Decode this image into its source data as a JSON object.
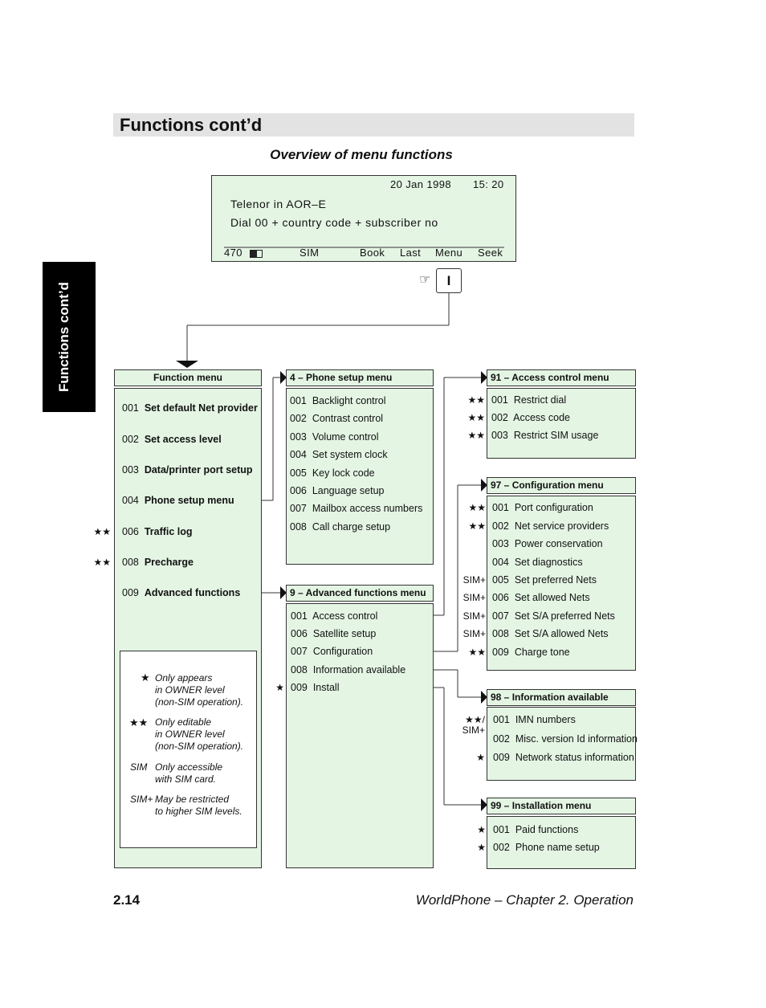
{
  "header": {
    "title": "Functions cont’d",
    "subtitle": "Overview of menu functions",
    "side_tab": "Functions cont’d"
  },
  "display": {
    "date": "20  Jan  1998",
    "time": "15: 20",
    "line1": "Telenor  in  AOR–E",
    "line2": "Dial  00  +  country  code  +  subscriber  no",
    "softkeys": {
      "signal": "470",
      "sim": "SIM",
      "book": "Book",
      "last": "Last",
      "menu": "Menu",
      "seek": "Seek"
    }
  },
  "key": {
    "label": "I",
    "pointer_icon": "pointing-hand-icon"
  },
  "function_menu": {
    "title": "Function menu",
    "items": [
      {
        "code": "001",
        "label": "Set default Net provider",
        "mark": ""
      },
      {
        "code": "002",
        "label": "Set access level",
        "mark": ""
      },
      {
        "code": "003",
        "label": "Data/printer port setup",
        "mark": ""
      },
      {
        "code": "004",
        "label": "Phone setup menu",
        "mark": ""
      },
      {
        "code": "006",
        "label": "Traffic log",
        "mark": "★★"
      },
      {
        "code": "008",
        "label": "Precharge",
        "mark": "★★"
      },
      {
        "code": "009",
        "label": "Advanced functions",
        "mark": ""
      }
    ]
  },
  "legend": {
    "single_star": "★",
    "single_star_text": [
      "Only appears",
      "in OWNER level",
      "(non-SIM operation)."
    ],
    "double_star": "★★",
    "double_star_text": [
      "Only editable",
      "in OWNER level",
      "(non-SIM operation)."
    ],
    "sim": "SIM",
    "sim_text": [
      "Only accessible",
      "with SIM card."
    ],
    "simplus": "SIM+",
    "simplus_text": [
      "May be restricted",
      "to higher SIM levels."
    ]
  },
  "phone_setup_menu": {
    "title": "4 – Phone setup menu",
    "items": [
      {
        "code": "001",
        "label": "Backlight control"
      },
      {
        "code": "002",
        "label": "Contrast control"
      },
      {
        "code": "003",
        "label": "Volume control"
      },
      {
        "code": "004",
        "label": "Set system clock"
      },
      {
        "code": "005",
        "label": "Key lock code"
      },
      {
        "code": "006",
        "label": "Language setup"
      },
      {
        "code": "007",
        "label": "Mailbox access numbers"
      },
      {
        "code": "008",
        "label": "Call charge setup"
      }
    ]
  },
  "advanced_menu": {
    "title": "9 – Advanced functions menu",
    "items": [
      {
        "code": "001",
        "label": "Access control",
        "mark": ""
      },
      {
        "code": "006",
        "label": "Satellite setup",
        "mark": ""
      },
      {
        "code": "007",
        "label": "Configuration",
        "mark": ""
      },
      {
        "code": "008",
        "label": "Information available",
        "mark": ""
      },
      {
        "code": "009",
        "label": "Install",
        "mark": "★"
      }
    ]
  },
  "access_control_menu": {
    "title": "91 – Access control menu",
    "items": [
      {
        "code": "001",
        "label": "Restrict dial",
        "mark": "★★"
      },
      {
        "code": "002",
        "label": "Access code",
        "mark": "★★"
      },
      {
        "code": "003",
        "label": "Restrict SIM usage",
        "mark": "★★"
      }
    ]
  },
  "configuration_menu": {
    "title": "97 – Configuration menu",
    "items": [
      {
        "code": "001",
        "label": "Port configuration",
        "mark": "★★"
      },
      {
        "code": "002",
        "label": "Net service providers",
        "mark": "★★"
      },
      {
        "code": "003",
        "label": "Power conservation",
        "mark": ""
      },
      {
        "code": "004",
        "label": "Set diagnostics",
        "mark": ""
      },
      {
        "code": "005",
        "label": "Set preferred Nets",
        "mark": "SIM+"
      },
      {
        "code": "006",
        "label": "Set allowed Nets",
        "mark": "SIM+"
      },
      {
        "code": "007",
        "label": "Set S/A preferred Nets",
        "mark": "SIM+"
      },
      {
        "code": "008",
        "label": "Set S/A allowed Nets",
        "mark": "SIM+"
      },
      {
        "code": "009",
        "label": "Charge tone",
        "mark": "★★"
      }
    ]
  },
  "information_menu": {
    "title": "98 – Information available",
    "items": [
      {
        "code": "001",
        "label": "IMN numbers",
        "mark": "★★/",
        "mark2": "SIM+"
      },
      {
        "code": "002",
        "label": "Misc. version Id information",
        "mark": "",
        "mark2": ""
      },
      {
        "code": "009",
        "label": "Network status information",
        "mark": "★",
        "mark2": ""
      }
    ]
  },
  "installation_menu": {
    "title": "99 – Installation menu",
    "items": [
      {
        "code": "001",
        "label": "Paid functions",
        "mark": "★"
      },
      {
        "code": "002",
        "label": "Phone name setup",
        "mark": "★"
      }
    ]
  },
  "footer": {
    "page_number": "2.14",
    "chapter": "WorldPhone – Chapter 2. Operation"
  }
}
